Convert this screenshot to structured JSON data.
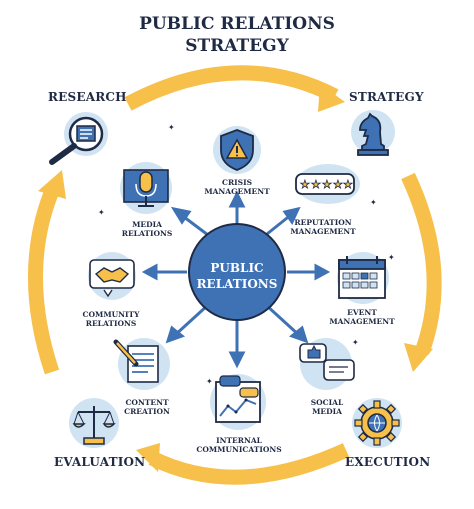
{
  "title": {
    "line1": "PUBLIC RELATIONS",
    "line2": "STRATEGY"
  },
  "cycle": {
    "research": "RESEARCH",
    "strategy": "STRATEGY",
    "execution": "EXECUTION",
    "evaluation": "EVALUATION"
  },
  "center": {
    "line1": "PUBLIC",
    "line2": "RELATIONS"
  },
  "items": {
    "crisis": {
      "line1": "CRISIS",
      "line2": "MANAGEMENT"
    },
    "reputation": {
      "line1": "REPUTATION",
      "line2": "MANAGEMENT"
    },
    "event": {
      "line1": "EVENT",
      "line2": "MANAGEMENT"
    },
    "social": {
      "line1": "SOCIAL",
      "line2": "MEDIA"
    },
    "internal": {
      "line1": "INTERNAL",
      "line2": "COMMUNICATIONS"
    },
    "content": {
      "line1": "CONTENT",
      "line2": "CREATION"
    },
    "community": {
      "line1": "COMMUNITY",
      "line2": "RELATIONS"
    },
    "media": {
      "line1": "MEDIA",
      "line2": "RELATIONS"
    }
  },
  "colors": {
    "arrow": "#f7c04a",
    "hub": "#3f72b5",
    "spoke": "#3f72b5",
    "icon_bg": "#cfe3f3",
    "outline": "#1f2a44"
  }
}
